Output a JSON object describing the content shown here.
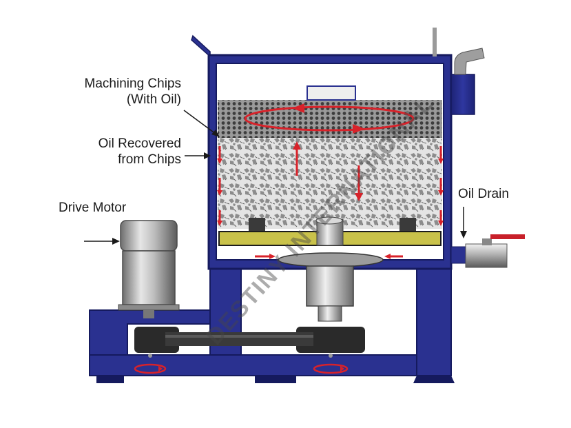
{
  "labels": {
    "machining_chips_line1": "Machining Chips",
    "machining_chips_line2": "(With Oil)",
    "oil_recovered_line1": "Oil Recovered",
    "oil_recovered_line2": "from Chips",
    "drive_motor": "Drive Motor",
    "oil_drain": "Oil Drain"
  },
  "watermark": "DESTINY INTERNATIONAL",
  "colors": {
    "frame_blue": "#2a3190",
    "frame_dark": "#151a5e",
    "flow_arrow_red": "#d8222a",
    "mesh_grey": "#6b6b6b",
    "chips_light": "#d9d9d9",
    "yellow_plate": "#c9c24a",
    "valve_handle_red": "#c8202a",
    "label_text": "#1a1a1a"
  },
  "icons": [
    "label-pointer-arrow-icon",
    "rotation-arrow-icon",
    "flow-arrow-icon"
  ]
}
